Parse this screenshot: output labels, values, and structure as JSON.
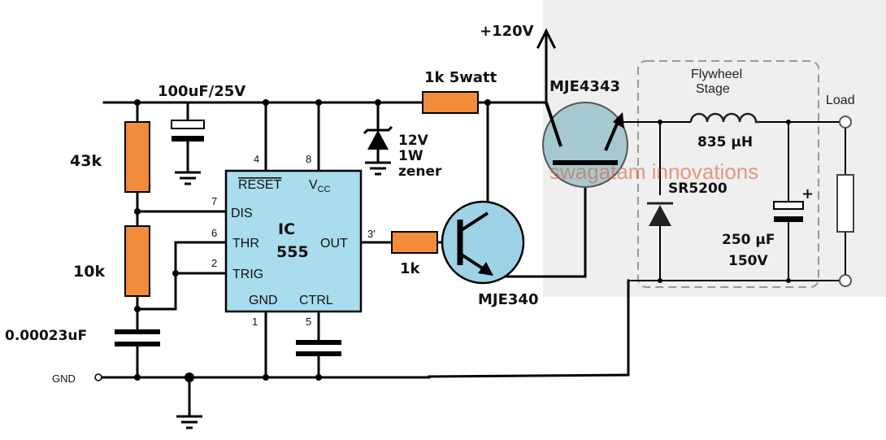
{
  "colors": {
    "resistor": "#f28c3a",
    "ic_fill": "#a9dcec",
    "transistor_fill": "#9ed3e6",
    "power_transistor_fill": "#a6c9d0",
    "panel_bg": "#efefef",
    "watermark": "#e05a3a"
  },
  "labels": {
    "supply": "+120V",
    "cap_top": "100uF/25V",
    "r_top": "1k 5watt",
    "q_power": "MJE4343",
    "flywheel_line1": "Flywheel",
    "flywheel_line2": "Stage",
    "inductor": "835 µH",
    "load": "Load",
    "r1": "43k",
    "r2": "10k",
    "cap_timing": "0.00023uF",
    "gnd": "GND",
    "zener_line1": "12V",
    "zener_line2": "1W",
    "zener_line3": "zener",
    "diode": "SR5200",
    "cap_out_line1": "250 µF",
    "cap_out_line2": "150V",
    "r_base": "1k",
    "q_driver": "MJE340",
    "watermark": "swagatam innovations",
    "plus_sign": "+"
  },
  "ic": {
    "name_line1": "IC",
    "name_line2": "555",
    "pin_reset": "RESET",
    "pin_vcc": "V",
    "pin_vcc_sub": "CC",
    "pin_dis": "DIS",
    "pin_thr": "THR",
    "pin_trig": "TRIG",
    "pin_out": "OUT",
    "pin_gnd": "GND",
    "pin_ctrl": "CTRL",
    "num_4": "4",
    "num_8": "8",
    "num_7": "7",
    "num_6": "6",
    "num_2": "2",
    "num_3": "3'",
    "num_1": "1",
    "num_5": "5"
  }
}
